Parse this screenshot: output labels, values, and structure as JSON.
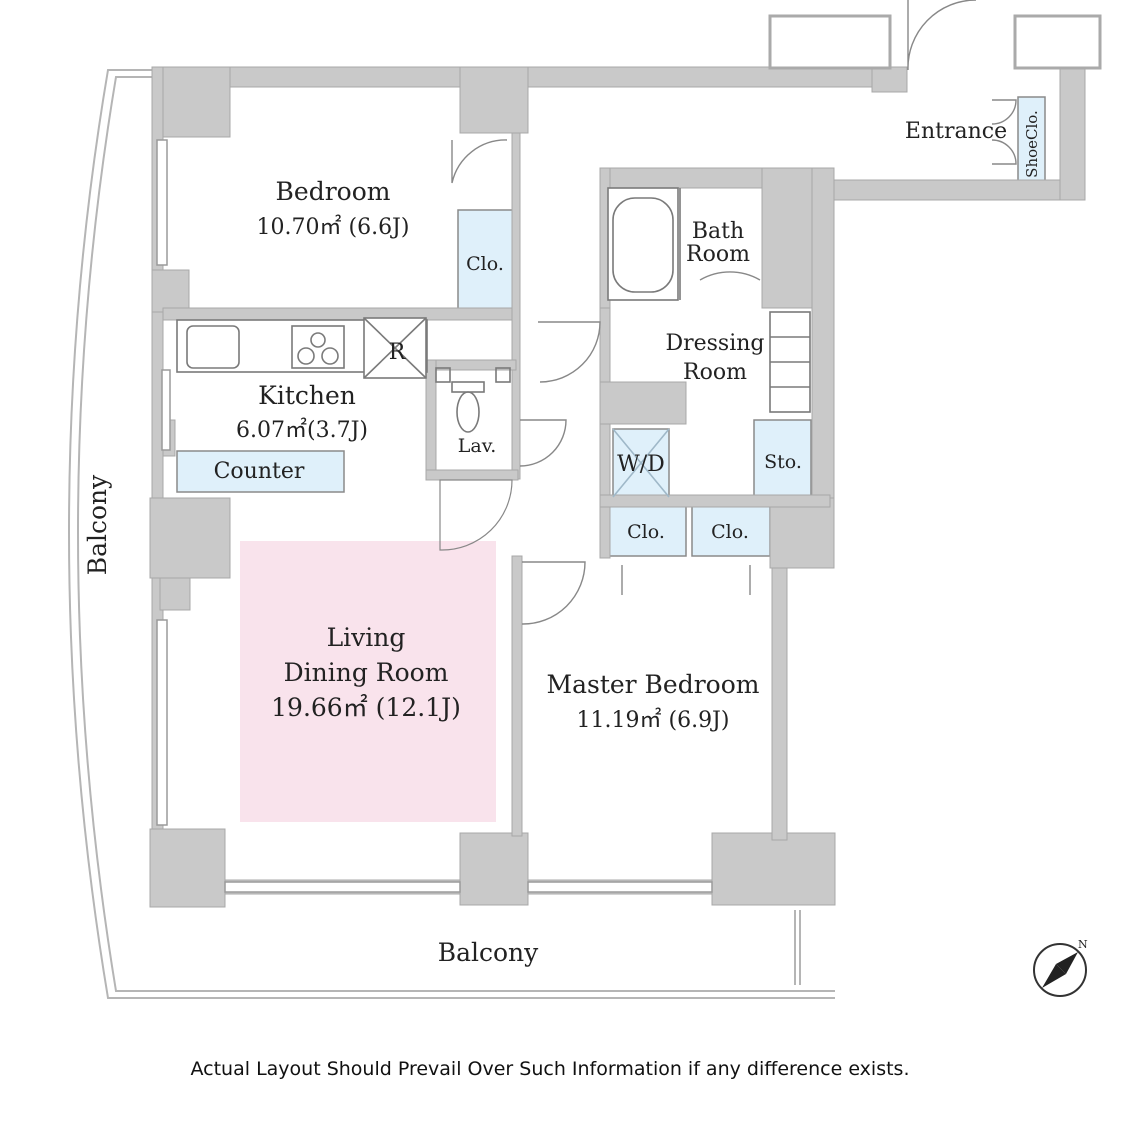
{
  "colors": {
    "wall": "#c9c9c9",
    "wall_line": "#9a9a9a",
    "storage": "#dff0fa",
    "living": "#f9e3ec",
    "line": "#777777"
  },
  "rooms": {
    "bedroom": {
      "name": "Bedroom",
      "area": "10.70㎡ (6.6J)"
    },
    "kitchen": {
      "name": "Kitchen",
      "area": "6.07㎡(3.7J)"
    },
    "living": {
      "name_line1": "Living",
      "name_line2": "Dining Room",
      "area": "19.66㎡ (12.1J)"
    },
    "master": {
      "name": "Master Bedroom",
      "area": "11.19㎡ (6.9J)"
    },
    "bath": {
      "line1": "Bath",
      "line2": "Room"
    },
    "dressing": {
      "line1": "Dressing",
      "line2": "Room"
    },
    "entrance": "Entrance"
  },
  "labels": {
    "closet": "Clo.",
    "shoe_closet": "ShoeClo.",
    "counter": "Counter",
    "refrigerator": "R",
    "lavatory": "Lav.",
    "washer_dryer": "W/D",
    "storage": "Sto.",
    "balcony_left": "Balcony",
    "balcony_bottom": "Balcony"
  },
  "compass_icon": "north-arrow-icon",
  "disclaimer": "Actual Layout Should Prevail Over Such Information if any difference exists."
}
